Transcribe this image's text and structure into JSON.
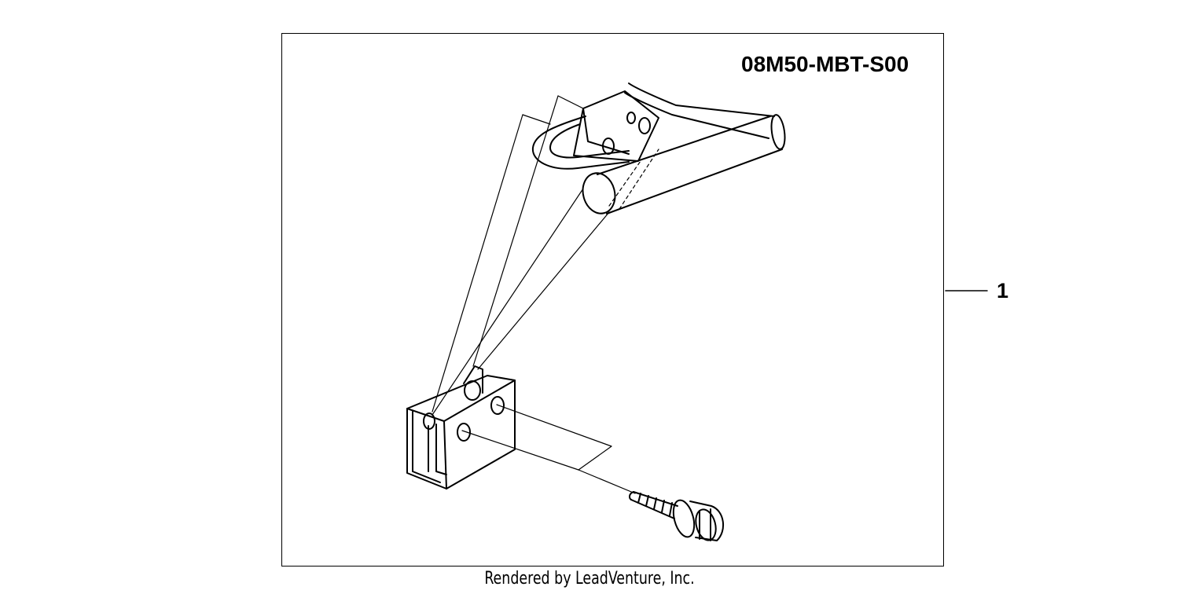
{
  "diagram": {
    "part_code": "08M50-MBT-S00",
    "callouts": [
      {
        "number": "1"
      }
    ],
    "footer": "Rendered by LeadVenture, Inc."
  },
  "colors": {
    "ink": "#000000",
    "background": "#ffffff"
  }
}
